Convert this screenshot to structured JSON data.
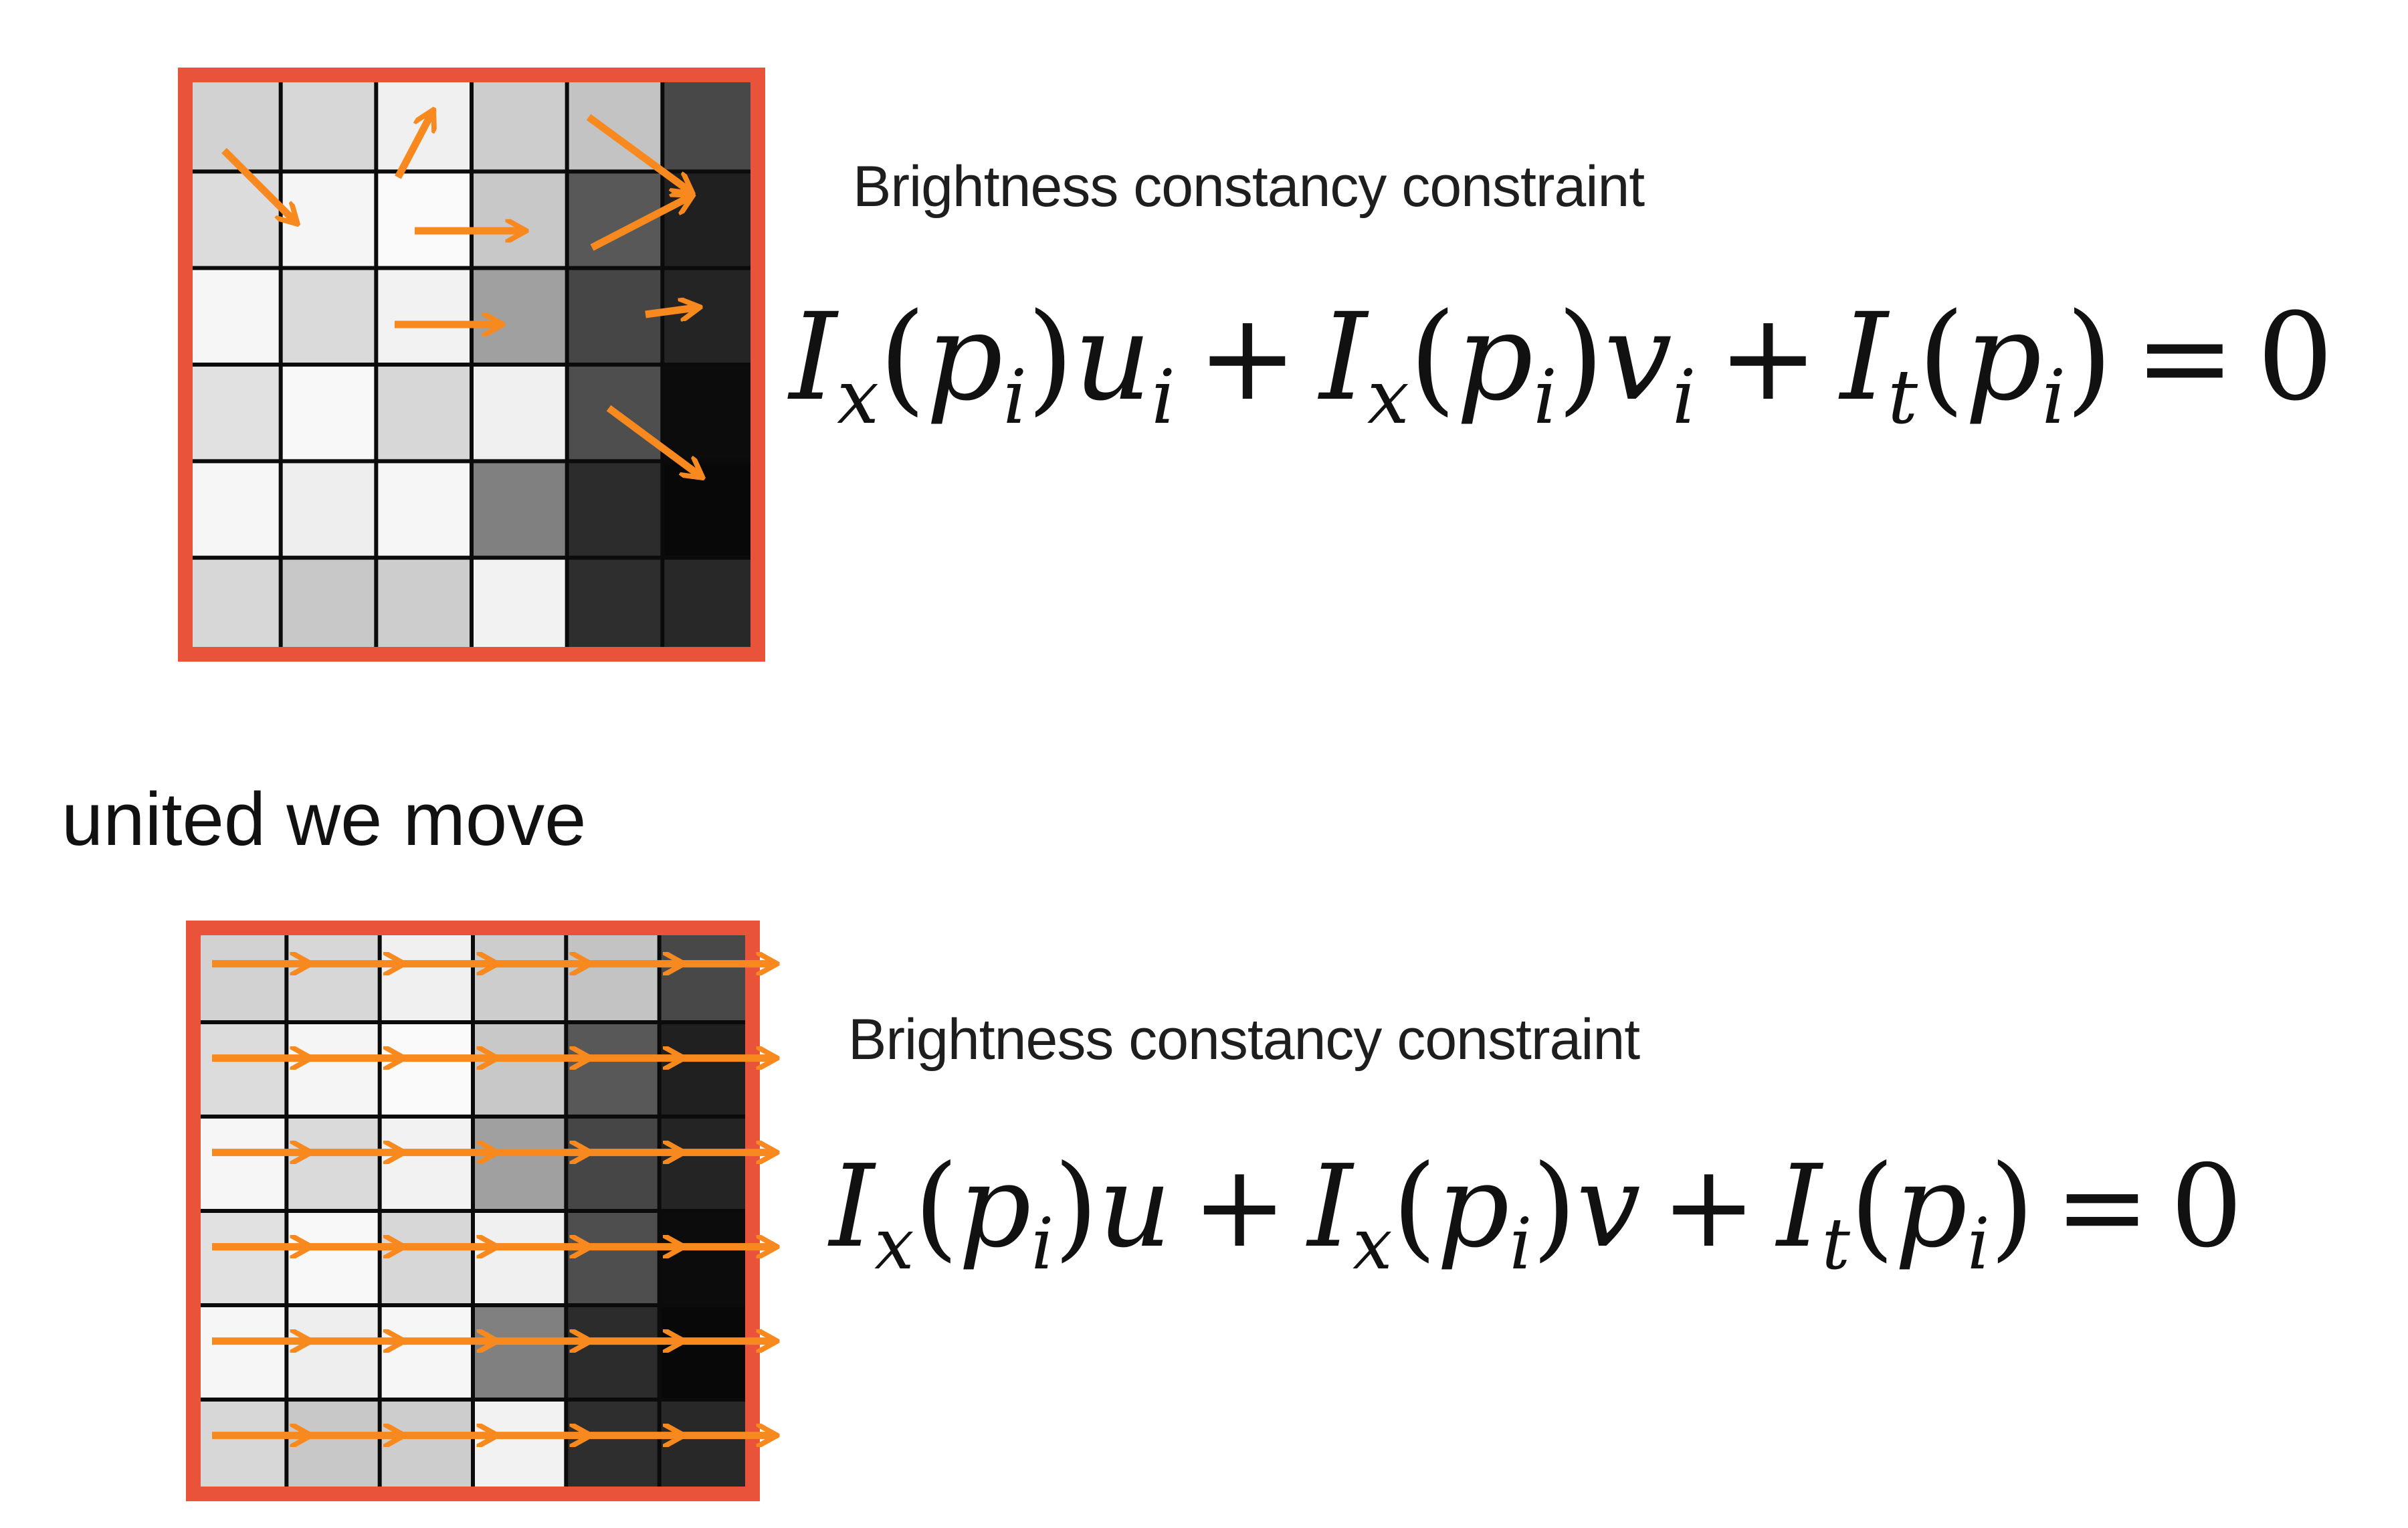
{
  "heading": "united we move",
  "panels": [
    {
      "caption": "Brightness constancy constraint",
      "equation": {
        "term1": {
          "I": "I",
          "sub": "x",
          "arg": "p",
          "argsub": "i",
          "var": "u",
          "varsub": "i"
        },
        "op1": "+",
        "term2": {
          "I": "I",
          "sub": "x",
          "arg": "p",
          "argsub": "i",
          "var": "v",
          "varsub": "i"
        },
        "op2": "+",
        "term3": {
          "I": "I",
          "sub": "t",
          "arg": "p",
          "argsub": "i"
        },
        "eq": "=",
        "rhs": "0"
      },
      "grid": {
        "rows": 6,
        "cols": 6,
        "gray": [
          [
            210,
            215,
            240,
            205,
            195,
            72
          ],
          [
            220,
            245,
            250,
            200,
            88,
            32
          ],
          [
            246,
            218,
            242,
            160,
            70,
            36
          ],
          [
            225,
            248,
            215,
            240,
            78,
            12
          ],
          [
            246,
            238,
            246,
            128,
            44,
            8
          ],
          [
            215,
            200,
            205,
            242,
            46,
            40
          ]
        ],
        "border_color": "#e8533a",
        "arrow_color": "#f7891f"
      }
    },
    {
      "caption": "Brightness constancy constraint",
      "equation": {
        "term1": {
          "I": "I",
          "sub": "x",
          "arg": "p",
          "argsub": "i",
          "var": "u",
          "varsub": ""
        },
        "op1": "+",
        "term2": {
          "I": "I",
          "sub": "x",
          "arg": "p",
          "argsub": "i",
          "var": "v",
          "varsub": ""
        },
        "op2": "+",
        "term3": {
          "I": "I",
          "sub": "t",
          "arg": "p",
          "argsub": "i"
        },
        "eq": "=",
        "rhs": "0"
      },
      "grid": {
        "rows": 6,
        "cols": 6,
        "gray": [
          [
            210,
            215,
            240,
            205,
            195,
            72
          ],
          [
            220,
            245,
            250,
            200,
            88,
            32
          ],
          [
            246,
            218,
            242,
            160,
            70,
            36
          ],
          [
            225,
            248,
            215,
            240,
            78,
            12
          ],
          [
            246,
            238,
            246,
            128,
            44,
            8
          ],
          [
            215,
            200,
            205,
            242,
            46,
            40
          ]
        ],
        "border_color": "#e8533a",
        "arrow_color": "#f7891f"
      }
    }
  ]
}
